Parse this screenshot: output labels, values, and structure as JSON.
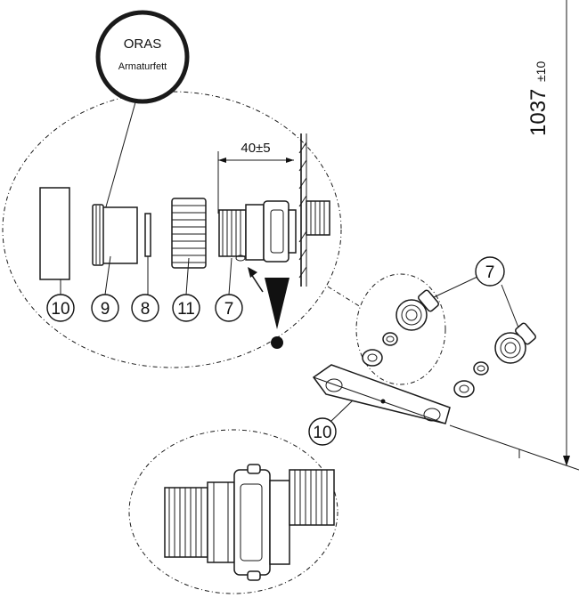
{
  "badge": {
    "brand": "ORAS",
    "product": "Armaturfett"
  },
  "dimensions": {
    "height_main": "1037",
    "height_tol": "±10",
    "offset": "40±5"
  },
  "callouts": {
    "c10": "10",
    "c9": "9",
    "c8": "8",
    "c11": "11",
    "c7": "7",
    "c7_right": "7",
    "c10_right": "10"
  }
}
